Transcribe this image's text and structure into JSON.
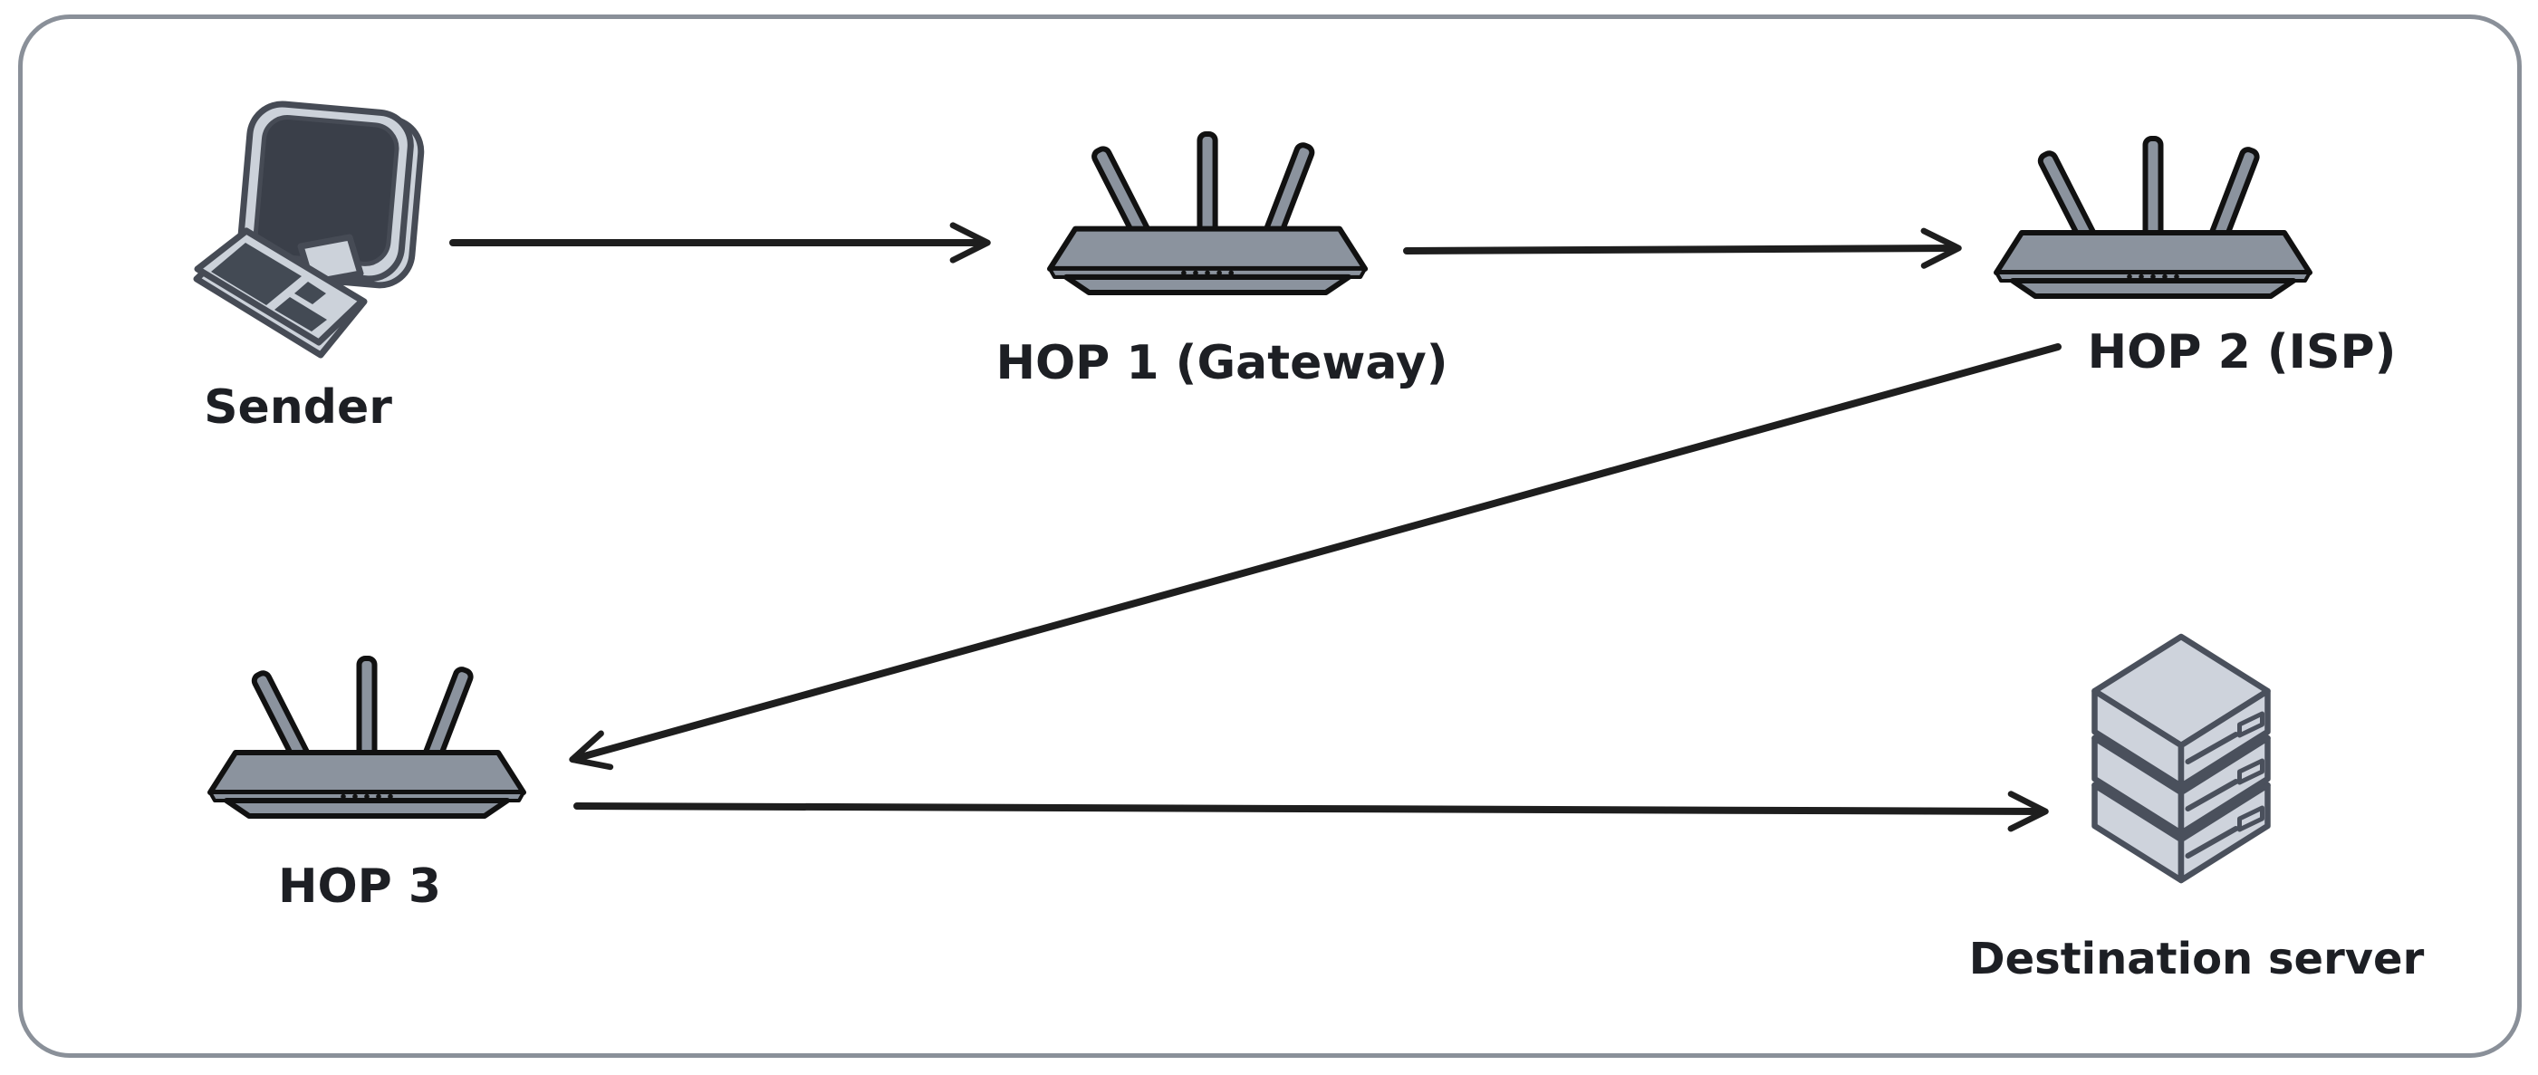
{
  "diagram": {
    "type": "network-hop-flow",
    "nodes": [
      {
        "id": "sender",
        "label": "Sender",
        "icon": "desktop-computer-icon"
      },
      {
        "id": "hop1",
        "label": "HOP 1 (Gateway)",
        "icon": "wifi-router-icon"
      },
      {
        "id": "hop2",
        "label": "HOP 2 (ISP)",
        "icon": "wifi-router-icon"
      },
      {
        "id": "hop3",
        "label": "HOP 3",
        "icon": "wifi-router-icon"
      },
      {
        "id": "destination",
        "label": "Destination server",
        "icon": "server-stack-icon"
      }
    ],
    "edges": [
      {
        "from": "sender",
        "to": "hop1"
      },
      {
        "from": "hop1",
        "to": "hop2"
      },
      {
        "from": "hop2",
        "to": "hop3"
      },
      {
        "from": "hop3",
        "to": "destination"
      }
    ],
    "colors": {
      "background": "#ffffff",
      "canvas_border": "#8a9099",
      "router_fill": "#8b939e",
      "router_outline": "#111111",
      "device_fill": "#ccd2da",
      "device_outline": "#464b55",
      "screen_fill": "#3a3f49",
      "server_fill": "#ced3dc",
      "server_outline": "#4a505c",
      "arrow": "#1e1e1e",
      "label": "#1d1f24"
    }
  }
}
